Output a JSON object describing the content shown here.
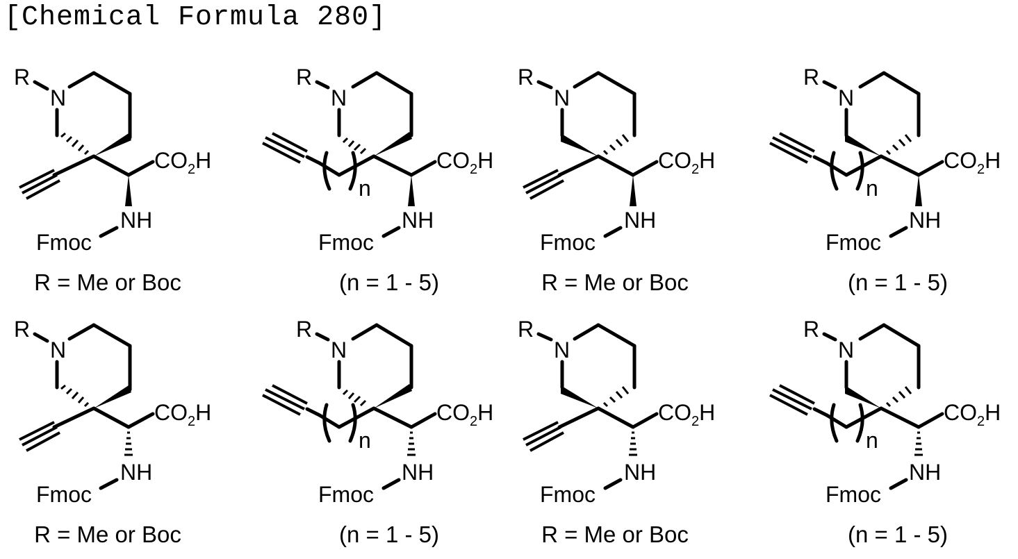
{
  "header": {
    "title": "[Chemical Formula 280]"
  },
  "labels": {
    "r": "R",
    "n_atom": "N",
    "co2h_prefix": "CO",
    "co2h_sub": "2",
    "co2h_suffix": "H",
    "nh": "NH",
    "fmoc": "Fmoc",
    "n_index": "n"
  },
  "structures": [
    {
      "row": 1,
      "col": 1,
      "linker": "none",
      "ring_hash_side": "left",
      "nh_bond": "wedge",
      "caption": "R = Me or Boc"
    },
    {
      "row": 1,
      "col": 2,
      "linker": "(CH2)n",
      "ring_hash_side": "left",
      "nh_bond": "wedge",
      "caption": "(n = 1 - 5)"
    },
    {
      "row": 1,
      "col": 3,
      "linker": "none",
      "ring_hash_side": "right",
      "nh_bond": "wedge",
      "caption": "R = Me or Boc"
    },
    {
      "row": 1,
      "col": 4,
      "linker": "(CH2)n",
      "ring_hash_side": "right",
      "nh_bond": "wedge",
      "caption": "(n = 1 - 5)"
    },
    {
      "row": 2,
      "col": 1,
      "linker": "none",
      "ring_hash_side": "left",
      "nh_bond": "hash",
      "caption": "R = Me or Boc"
    },
    {
      "row": 2,
      "col": 2,
      "linker": "(CH2)n",
      "ring_hash_side": "left",
      "nh_bond": "hash",
      "caption": "(n = 1 - 5)"
    },
    {
      "row": 2,
      "col": 3,
      "linker": "none",
      "ring_hash_side": "right",
      "nh_bond": "hash",
      "caption": "R = Me or Boc"
    },
    {
      "row": 2,
      "col": 4,
      "linker": "(CH2)n",
      "ring_hash_side": "right",
      "nh_bond": "hash",
      "caption": "(n = 1 - 5)"
    }
  ]
}
